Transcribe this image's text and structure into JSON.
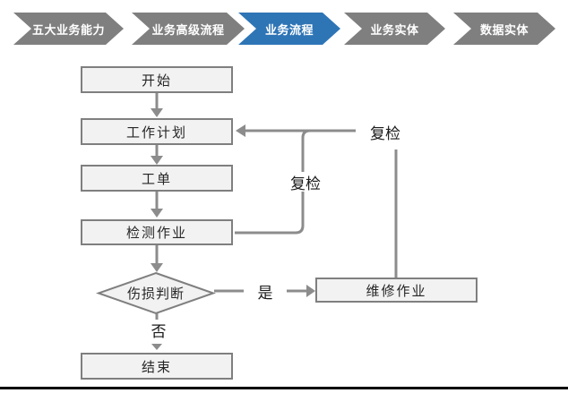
{
  "nav": {
    "items": [
      {
        "label": "五大业务能力",
        "active": false
      },
      {
        "label": "业务高级流程",
        "active": false
      },
      {
        "label": "业务流程",
        "active": true
      },
      {
        "label": "业务实体",
        "active": false
      },
      {
        "label": "数据实体",
        "active": false
      }
    ],
    "active_color": "#2e75b6",
    "inactive_color": "#7f7f7f",
    "text_color": "#ffffff"
  },
  "flowchart": {
    "nodes": {
      "start": "开始",
      "work_plan": "工作计划",
      "work_order": "工单",
      "inspection": "检测作业",
      "damage_decision": "伤损判断",
      "repair": "维修作业",
      "end": "结束"
    },
    "edge_labels": {
      "recheck_top": "复检",
      "recheck_mid": "复检",
      "yes": "是",
      "no": "否"
    },
    "colors": {
      "node_fill": "#f2f2f2",
      "node_border": "#7f7f7f",
      "connector": "#8c8c8c",
      "node_text": "#262626",
      "bottom_rule": "#000000"
    }
  }
}
